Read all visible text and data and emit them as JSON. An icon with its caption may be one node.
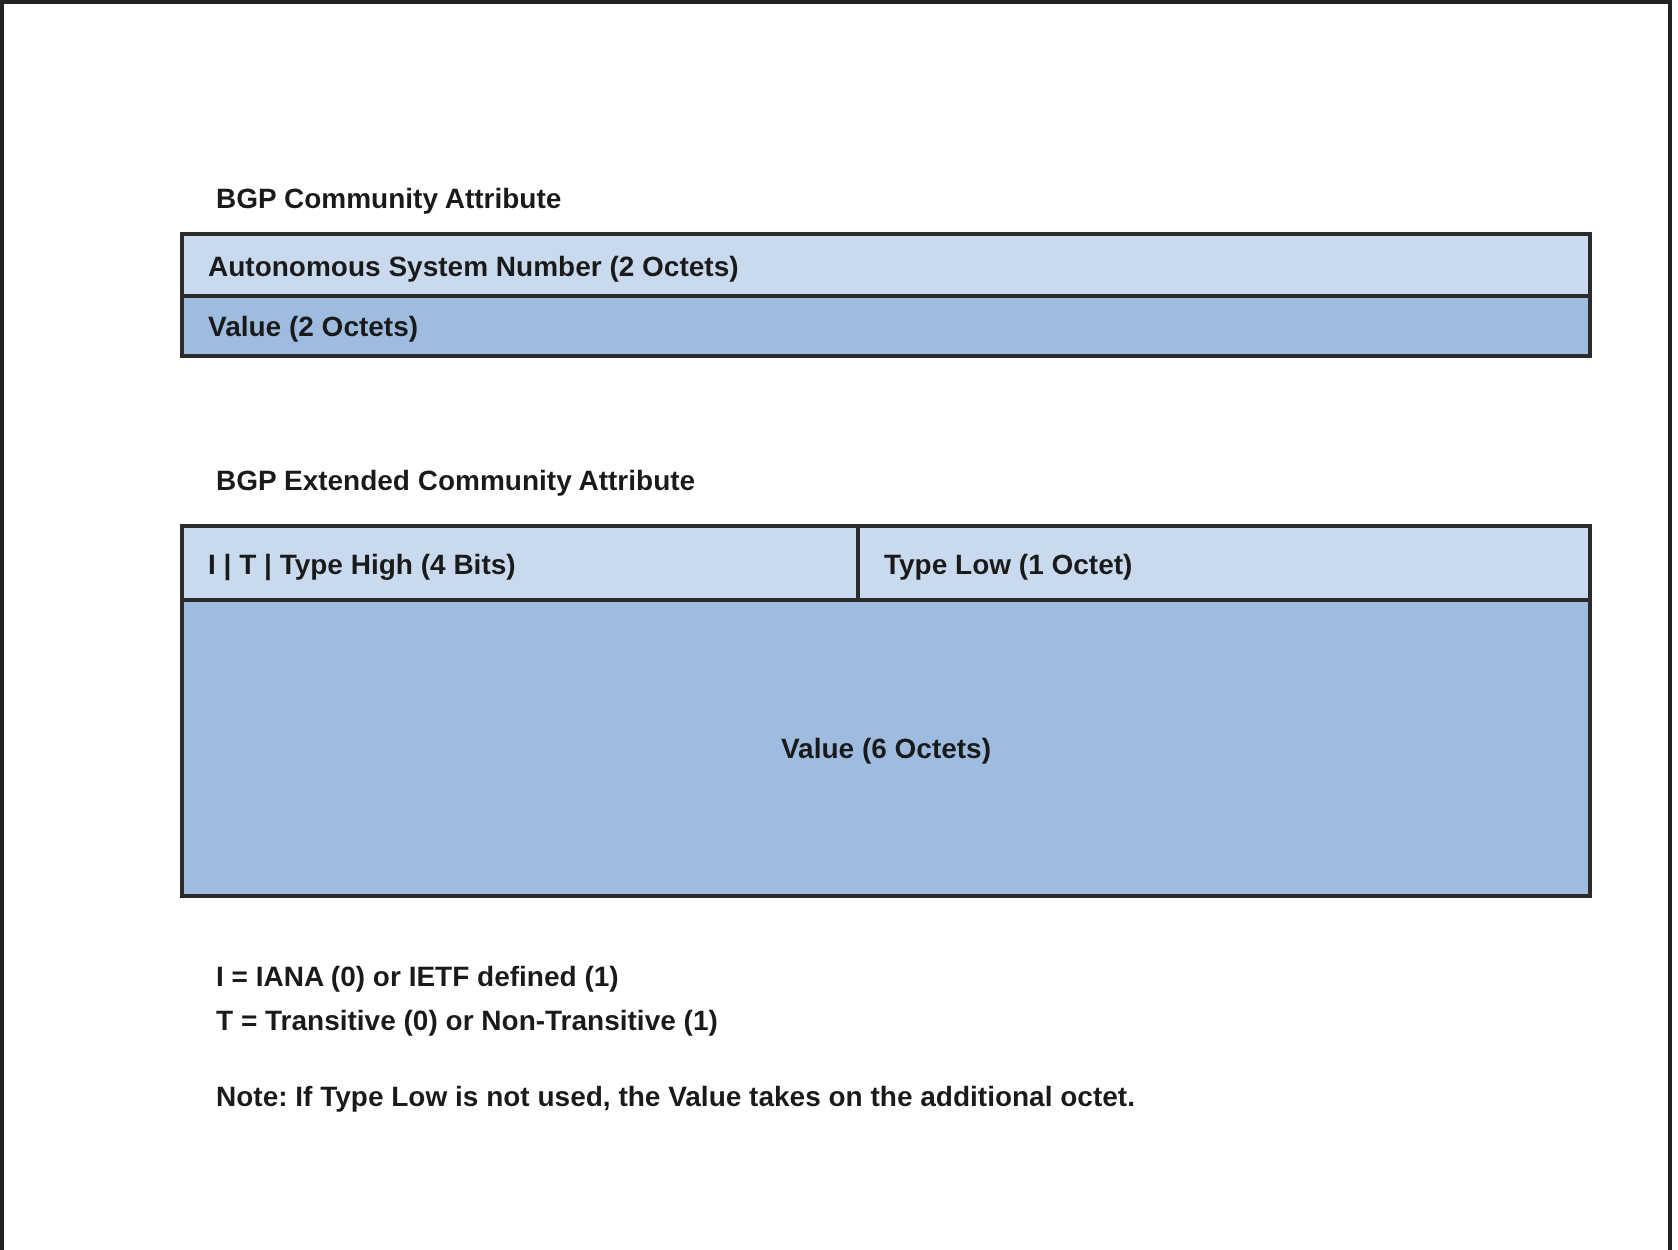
{
  "diagram": {
    "nodes": [
      {
        "text": [
          "Autonomous System Number (2 Octets)"
        ]
      },
      {
        "text": [
          "Value (2 Octets)"
        ]
      },
      {
        "text": [
          "I | T | Type High (4 Bits)"
        ]
      },
      {
        "text": [
          "Type Low (1 Octet)"
        ]
      },
      {
        "text": [
          "Value (6 Octets)"
        ]
      }
    ],
    "labels": [
      "BGP Community Attribute",
      "BGP Extended Community Attribute",
      "I = IANA (0) or IETF defined (1)",
      "T = Transitive (0) or Non-Transitive (1)",
      "Note: If Type Low is not used, the Value takes on the additional octet."
    ]
  }
}
